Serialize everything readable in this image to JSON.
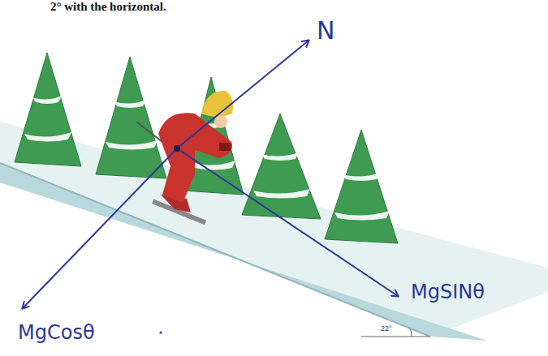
{
  "diagram": {
    "labels": [
      "2° with the horizontal.",
      "N",
      "MgSINθ",
      "MgCosθ",
      "22°"
    ]
  }
}
